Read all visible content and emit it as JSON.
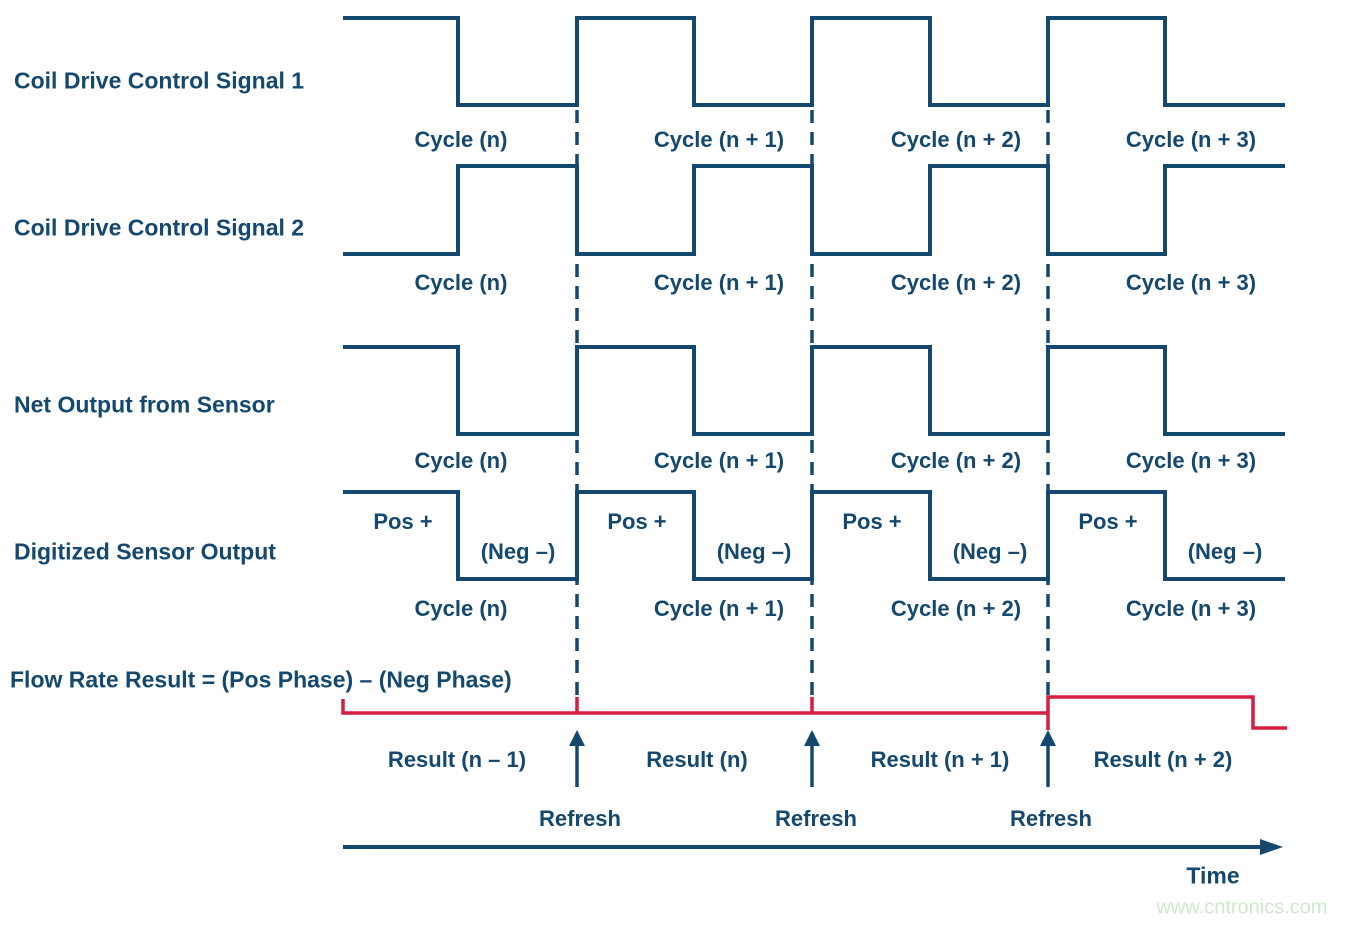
{
  "colors": {
    "navy": "#14486e",
    "red": "#d41f42",
    "watermark_green": "#cfe9cb",
    "background": "#ffffff"
  },
  "signals": [
    {
      "label": "Coil Drive Control Signal 1",
      "shape": "square-wave",
      "first_half": "high",
      "second_half": "low"
    },
    {
      "label": "Coil Drive Control Signal 2",
      "shape": "square-wave",
      "first_half": "low",
      "second_half": "high"
    },
    {
      "label": "Net Output from Sensor",
      "shape": "square-wave",
      "first_half": "high",
      "second_half": "low"
    },
    {
      "label": "Digitized Sensor Output",
      "shape": "square-wave",
      "first_half": "high",
      "second_half": "low"
    }
  ],
  "cycle_labels": [
    "Cycle (n)",
    "Cycle (n + 1)",
    "Cycle (n + 2)",
    "Cycle (n + 3)"
  ],
  "digitized": {
    "pos_label": "Pos +",
    "neg_label": "(Neg –)"
  },
  "flow_rate": {
    "label": "Flow Rate Result = (Pos Phase) – (Neg Phase)",
    "line_behavior": "step line in red; holds level across results, steps up after third refresh, steps down near end"
  },
  "results": [
    "Result (n – 1)",
    "Result (n)",
    "Result (n + 1)",
    "Result (n + 2)"
  ],
  "refresh_label": "Refresh",
  "refresh_count": 3,
  "time_label": "Time",
  "watermark": "www.cntronics.com"
}
